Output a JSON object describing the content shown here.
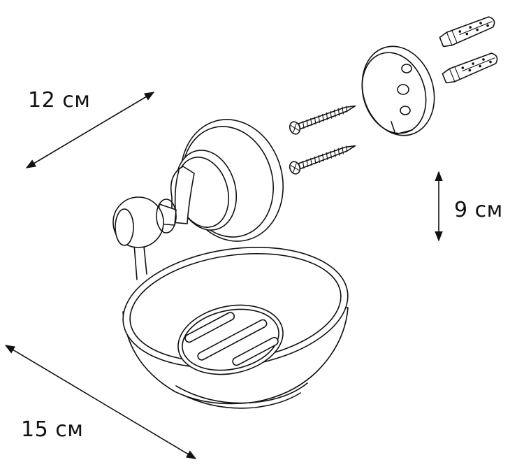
{
  "dimensions": {
    "width_top": "12 см",
    "height": "9 см",
    "width_bottom": "15 см"
  },
  "colors": {
    "line": "#111111",
    "background": "#ffffff"
  }
}
